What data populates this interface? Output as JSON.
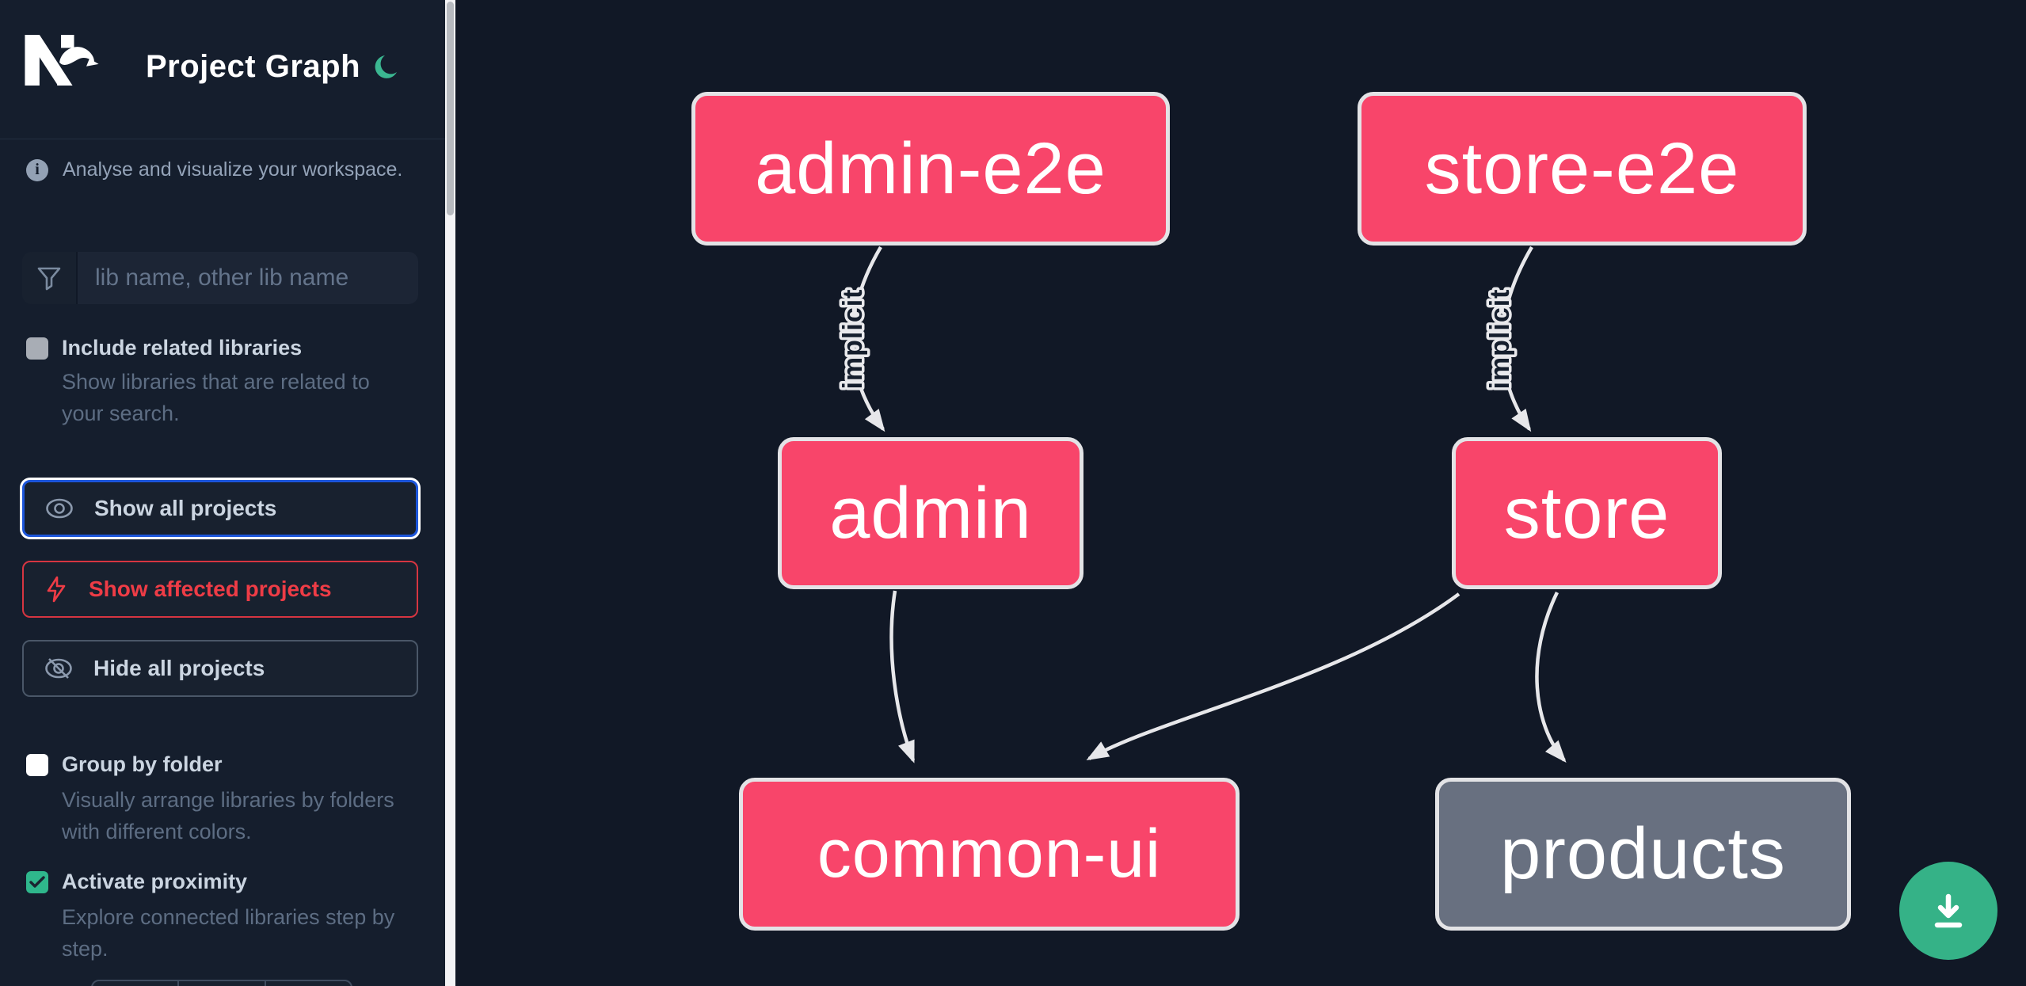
{
  "header": {
    "logo": "Nx",
    "title": "Project Graph",
    "theme_toggle_icon": "moon"
  },
  "sidebar": {
    "info_text": "Analyse and visualize your workspace.",
    "search": {
      "placeholder": "lib name, other lib name"
    },
    "toggles": [
      {
        "label": "Include related libraries",
        "description": "Show libraries that are related to your search.",
        "checked": false
      },
      {
        "label": "Group by folder",
        "description": "Visually arrange libraries by folders with different colors.",
        "checked": false
      },
      {
        "label": "Activate proximity",
        "description": "Explore connected libraries step by step.",
        "checked": true
      }
    ],
    "buttons": [
      {
        "label": "Show all projects",
        "icon": "eye-icon",
        "state": "focused"
      },
      {
        "label": "Show affected projects",
        "icon": "bolt-icon",
        "state": "danger"
      },
      {
        "label": "Hide all projects",
        "icon": "eye-off-icon",
        "state": "default"
      }
    ]
  },
  "graph": {
    "nodes": [
      {
        "id": "admin-e2e",
        "label": "admin-e2e",
        "kind": "app-affected"
      },
      {
        "id": "store-e2e",
        "label": "store-e2e",
        "kind": "app-affected"
      },
      {
        "id": "admin",
        "label": "admin",
        "kind": "app-affected"
      },
      {
        "id": "store",
        "label": "store",
        "kind": "app-affected"
      },
      {
        "id": "common-ui",
        "label": "common-ui",
        "kind": "lib-affected"
      },
      {
        "id": "products",
        "label": "products",
        "kind": "lib"
      }
    ],
    "edges": [
      {
        "from": "admin-e2e",
        "to": "admin",
        "label": "implicit"
      },
      {
        "from": "store-e2e",
        "to": "store",
        "label": "implicit"
      },
      {
        "from": "admin",
        "to": "common-ui",
        "label": ""
      },
      {
        "from": "store",
        "to": "common-ui",
        "label": ""
      },
      {
        "from": "store",
        "to": "products",
        "label": ""
      }
    ]
  },
  "fab": {
    "icon": "download",
    "action": "save-image"
  },
  "colors": {
    "node_affected_pink": "#f8456a",
    "node_default_gray": "#687080",
    "node_border": "#e3e3e6",
    "edge": "#e7e7ea",
    "focus_blue": "#1d56db",
    "danger_red": "#ee3c46",
    "fab_green": "#35b287",
    "moon_green": "#3bb791",
    "sidebar_bg": "#151e2d",
    "canvas_bg": "#111826"
  }
}
